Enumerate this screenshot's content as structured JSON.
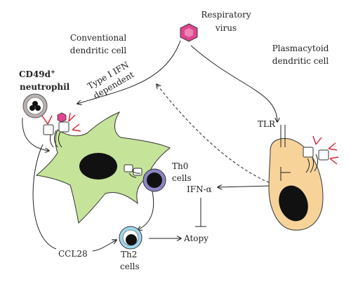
{
  "labels": {
    "respiratory_virus_1": "Respiratory",
    "respiratory_virus_2": "virus",
    "conventional_dc_1": "Conventional",
    "conventional_dc_2": "dendritic cell",
    "plasmacytoid_dc_1": "Plasmacytoid",
    "plasmacytoid_dc_2": "dendritic cell",
    "neutrophil_1": "CD49d",
    "neutrophil_sup": "+",
    "neutrophil_2": "neutrophil",
    "type1_ifn_1": "Type I IFN",
    "type1_ifn_2": "dependent",
    "tlr": "TLR",
    "th0_1": "Th0",
    "th0_2": "cells",
    "ifn_alpha": "IFN-α",
    "ccl28": "CCL28",
    "th2_1": "Th2",
    "th2_2": "cells",
    "atopy": "Atopy"
  },
  "colors": {
    "virus": "#e0458f",
    "dendritic_cell": "#c6e39a",
    "plasmacytoid_cell": "#f7d39a",
    "neutrophil_membrane": "#b8b1ad",
    "th0_membrane": "#8a86c4",
    "th2_membrane": "#9fd7ee",
    "nucleus": "#111111",
    "receptor_red": "#d3242f"
  }
}
